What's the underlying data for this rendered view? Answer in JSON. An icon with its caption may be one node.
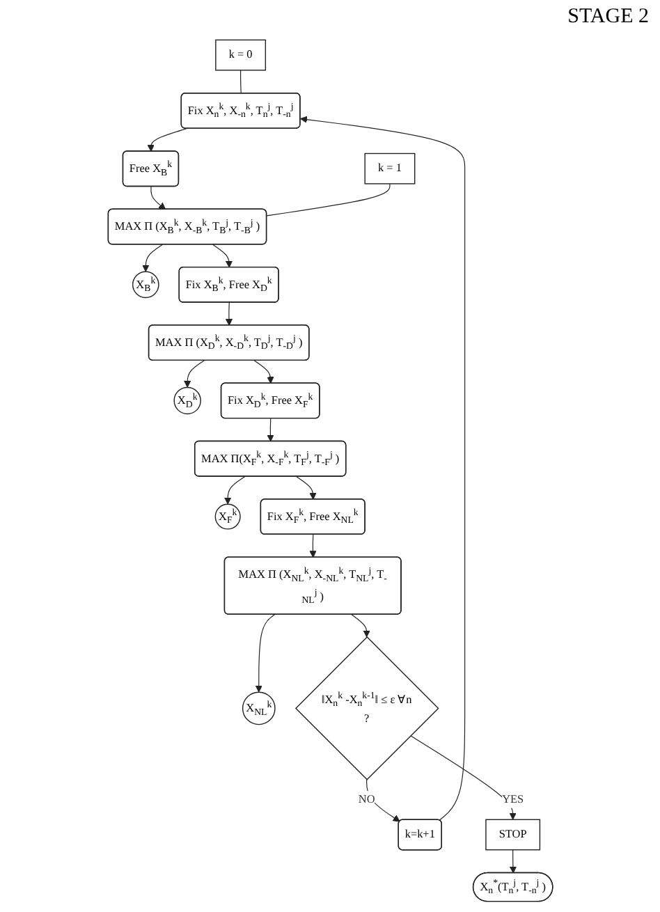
{
  "diagram": {
    "title": "STAGE 2",
    "nodes": [
      {
        "text": [
          "k = 0"
        ]
      },
      {
        "text": [
          "Fix X$_{n}$$^{k}$, X$_{-n}$$^{k}$, T$_{n}$$^{j}$, T$_{-n}$$^{j}$"
        ]
      },
      {
        "text": [
          "Free X$_{B}$$^{k}$"
        ]
      },
      {
        "text": [
          "k = 1"
        ]
      },
      {
        "text": [
          "MAX Π (X$_{B}$$^{k}$, X$_{-B}$$^{k}$, T$_{B}$$^{j}$, T$_{-B}$$^{j}$ )"
        ]
      },
      {
        "text": [
          "X$_{B}$$^{k}$"
        ]
      },
      {
        "text": [
          "Fix X$_{B}$$^{k}$, Free X$_{D}$$^{k}$"
        ]
      },
      {
        "text": [
          "MAX Π (X$_{D}$$^{k}$, X$_{-D}$$^{k}$, T$_{D}$$^{j}$, T$_{-D}$$^{j}$ )"
        ]
      },
      {
        "text": [
          "X$_{D}$$^{k}$"
        ]
      },
      {
        "text": [
          "Fix X$_{D}$$^{k}$, Free X$_{F}$$^{k}$"
        ]
      },
      {
        "text": [
          "MAX Π(X$_{F}$$^{k}$, X$_{-F}$$^{k}$, T$_{F}$$^{j}$, T$_{-F}$$^{j}$ )"
        ]
      },
      {
        "text": [
          "X$_{F}$$^{k}$"
        ]
      },
      {
        "text": [
          "Fix X$_{F}$$^{k}$, Free X$_{NL}$$^{k}$"
        ]
      },
      {
        "text": [
          "MAX Π (X$_{NL}$$^{k}$, X$_{-NL}$$^{k}$, T$_{NL}$$^{j}$, T$_{-NL}$$^{j}$ )"
        ]
      },
      {
        "text": [
          "X$_{NL}$$^{k}$"
        ]
      },
      {
        "text": [
          "‖X$_{n}$$^{k}$ -X$_{n}$$^{k-1}$‖ ≤ ε ∀n",
          "?"
        ]
      },
      {
        "text": [
          "k=k+1"
        ]
      },
      {
        "text": [
          "STOP"
        ]
      },
      {
        "text": [
          "X$_{n}$$^{*}$(T$_{n}$$^{j}$, T$_{-n}$$^{j}$ )"
        ]
      }
    ],
    "edges": [
      {
        "from": 0,
        "to": 1,
        "arrow": "none"
      },
      {
        "from": 1,
        "to": 2,
        "arrow": "to"
      },
      {
        "from": 2,
        "to": 4,
        "arrow": "to"
      },
      {
        "from": 3,
        "to": 4,
        "arrow": "none"
      },
      {
        "from": 4,
        "to": 5,
        "arrow": "to"
      },
      {
        "from": 4,
        "to": 6,
        "arrow": "to"
      },
      {
        "from": 6,
        "to": 7,
        "arrow": "to"
      },
      {
        "from": 7,
        "to": 8,
        "arrow": "to"
      },
      {
        "from": 7,
        "to": 9,
        "arrow": "to"
      },
      {
        "from": 9,
        "to": 10,
        "arrow": "to"
      },
      {
        "from": 10,
        "to": 11,
        "arrow": "to"
      },
      {
        "from": 10,
        "to": 12,
        "arrow": "to"
      },
      {
        "from": 12,
        "to": 13,
        "arrow": "to"
      },
      {
        "from": 13,
        "to": 14,
        "arrow": "to"
      },
      {
        "from": 13,
        "to": 15,
        "arrow": "to"
      },
      {
        "from": 15,
        "to": 16,
        "arrow": "to",
        "label": "NO"
      },
      {
        "from": 16,
        "to": 1,
        "arrow": "to"
      },
      {
        "from": 15,
        "to": 17,
        "arrow": "to",
        "label": "YES"
      },
      {
        "from": 17,
        "to": 18,
        "arrow": "to"
      }
    ]
  }
}
